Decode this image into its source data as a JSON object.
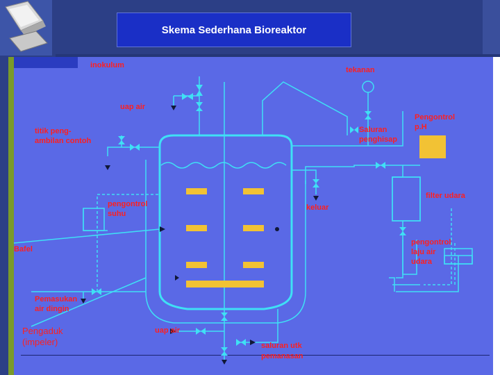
{
  "slide": {
    "title": "Skema Sederhana Bioreaktor"
  },
  "icons": {
    "logo": "computer-monitor-icon"
  },
  "colors": {
    "panel": "#5a69e6",
    "lines": "#3fe0f5",
    "labels": "#ff1f1f",
    "impeller": "#f2c234",
    "ph_box": "#f2c234",
    "title_bg": "#1a2fc6"
  },
  "labels": {
    "inokulum": "inokulum",
    "tekanan": "tekanan",
    "uap_air_top": "uap air",
    "ph_line1": "Pengontrol",
    "ph_line2": "p.H",
    "sampling_line1": "titik peng-",
    "sampling_line2": "ambilan contoh",
    "exhaust_line1": "Saluran",
    "exhaust_line2": "penghisap",
    "keluar": "keluar",
    "filter": "filter udara",
    "temp_line1": "pengontrol",
    "temp_line2": "suhu",
    "bafel": "Bafel",
    "airflow_line1": "pengontrol",
    "airflow_line2": "laju air",
    "airflow_line3": "udara",
    "cooling_line1": "Pemasukan",
    "cooling_line2": "air dingin",
    "impeller_line1": "Pengaduk",
    "impeller_line2": "(impeler)",
    "uap_air_bottom": "uap air",
    "heating_line1": "saluran utk",
    "heating_line2": "pemanasan"
  }
}
